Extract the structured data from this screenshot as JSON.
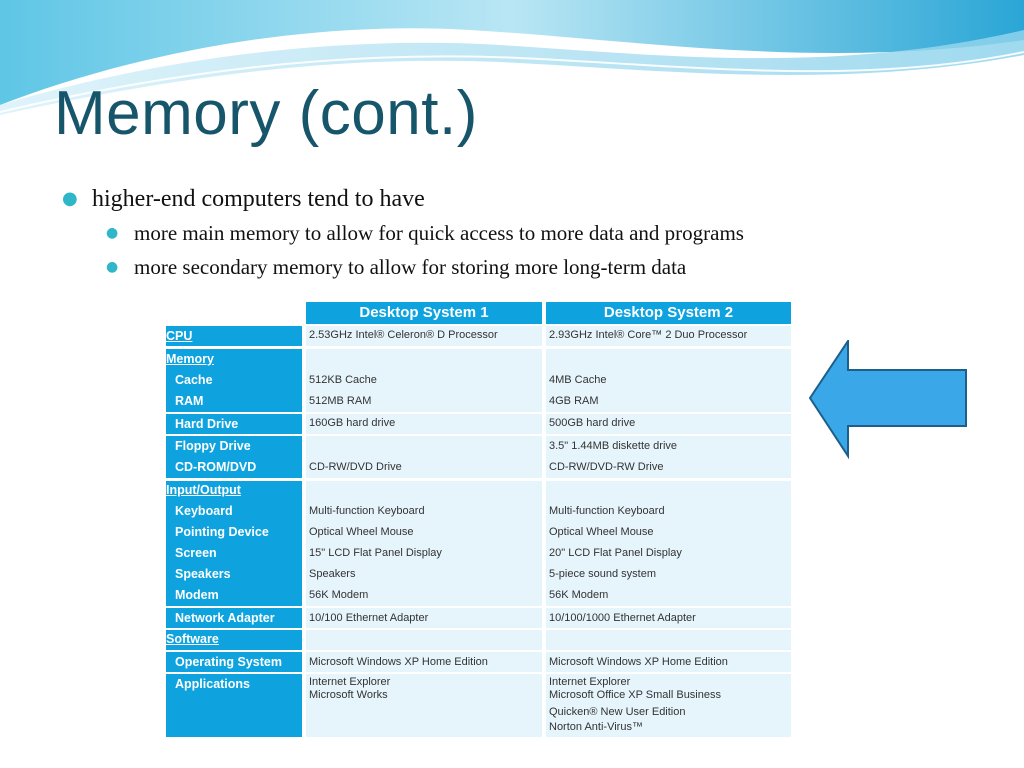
{
  "slide": {
    "title": "Memory (cont.)",
    "bullet_main": "higher-end computers tend to have",
    "sub_bullets": [
      "more main memory to allow for quick access to more data and programs",
      "more secondary memory to allow for storing more long-term data"
    ]
  },
  "comparison_table": {
    "headers": [
      "Desktop System 1",
      "Desktop System 2"
    ],
    "cpu": {
      "label": "CPU",
      "sys1": "2.53GHz Intel® Celeron® D Processor",
      "sys2": "2.93GHz Intel® Core™ 2 Duo Processor"
    },
    "memory": {
      "label": "Memory",
      "cache_label": "Cache",
      "cache_sys1": "512KB Cache",
      "cache_sys2": "4MB Cache",
      "ram_label": "RAM",
      "ram_sys1": "512MB RAM",
      "ram_sys2": "4GB RAM"
    },
    "hard_drive": {
      "label": "Hard Drive",
      "sys1": "160GB hard drive",
      "sys2": "500GB hard drive"
    },
    "floppy": {
      "label": "Floppy Drive",
      "sys1": "",
      "sys2": "3.5\" 1.44MB diskette drive"
    },
    "cdrom": {
      "label": "CD-ROM/DVD",
      "sys1": "CD-RW/DVD Drive",
      "sys2": "CD-RW/DVD-RW Drive"
    },
    "io": {
      "label": "Input/Output",
      "keyboard_label": "Keyboard",
      "keyboard_sys1": "Multi-function Keyboard",
      "keyboard_sys2": "Multi-function Keyboard",
      "pointing_label": "Pointing Device",
      "pointing_sys1": "Optical Wheel Mouse",
      "pointing_sys2": "Optical Wheel Mouse",
      "screen_label": "Screen",
      "screen_sys1": "15\" LCD Flat Panel Display",
      "screen_sys2": "20\" LCD Flat Panel Display",
      "speakers_label": "Speakers",
      "speakers_sys1": "Speakers",
      "speakers_sys2": "5-piece sound system",
      "modem_label": "Modem",
      "modem_sys1": "56K Modem",
      "modem_sys2": "56K Modem"
    },
    "network": {
      "label": "Network Adapter",
      "sys1": "10/100 Ethernet Adapter",
      "sys2": "10/100/1000 Ethernet Adapter"
    },
    "software": {
      "label": "Software",
      "os_label": "Operating System",
      "os_sys1": "Microsoft Windows XP Home Edition",
      "os_sys2": "Microsoft Windows XP Home Edition",
      "apps_label": "Applications",
      "apps_sys1": [
        "Internet Explorer",
        "Microsoft Works"
      ],
      "apps_sys2": [
        "Internet Explorer",
        "Microsoft Office XP Small Business",
        "Quicken® New User Edition",
        "Norton Anti-Virus™"
      ]
    }
  },
  "colors": {
    "title": "#17556b",
    "bullet": "#2fb6c9",
    "table_header": "#0ea3df",
    "table_cell": "#e6f4fc",
    "arrow_fill": "#39a7e8",
    "arrow_stroke": "#1d5f8a"
  },
  "icons": {
    "arrow": "left-arrow-icon"
  }
}
